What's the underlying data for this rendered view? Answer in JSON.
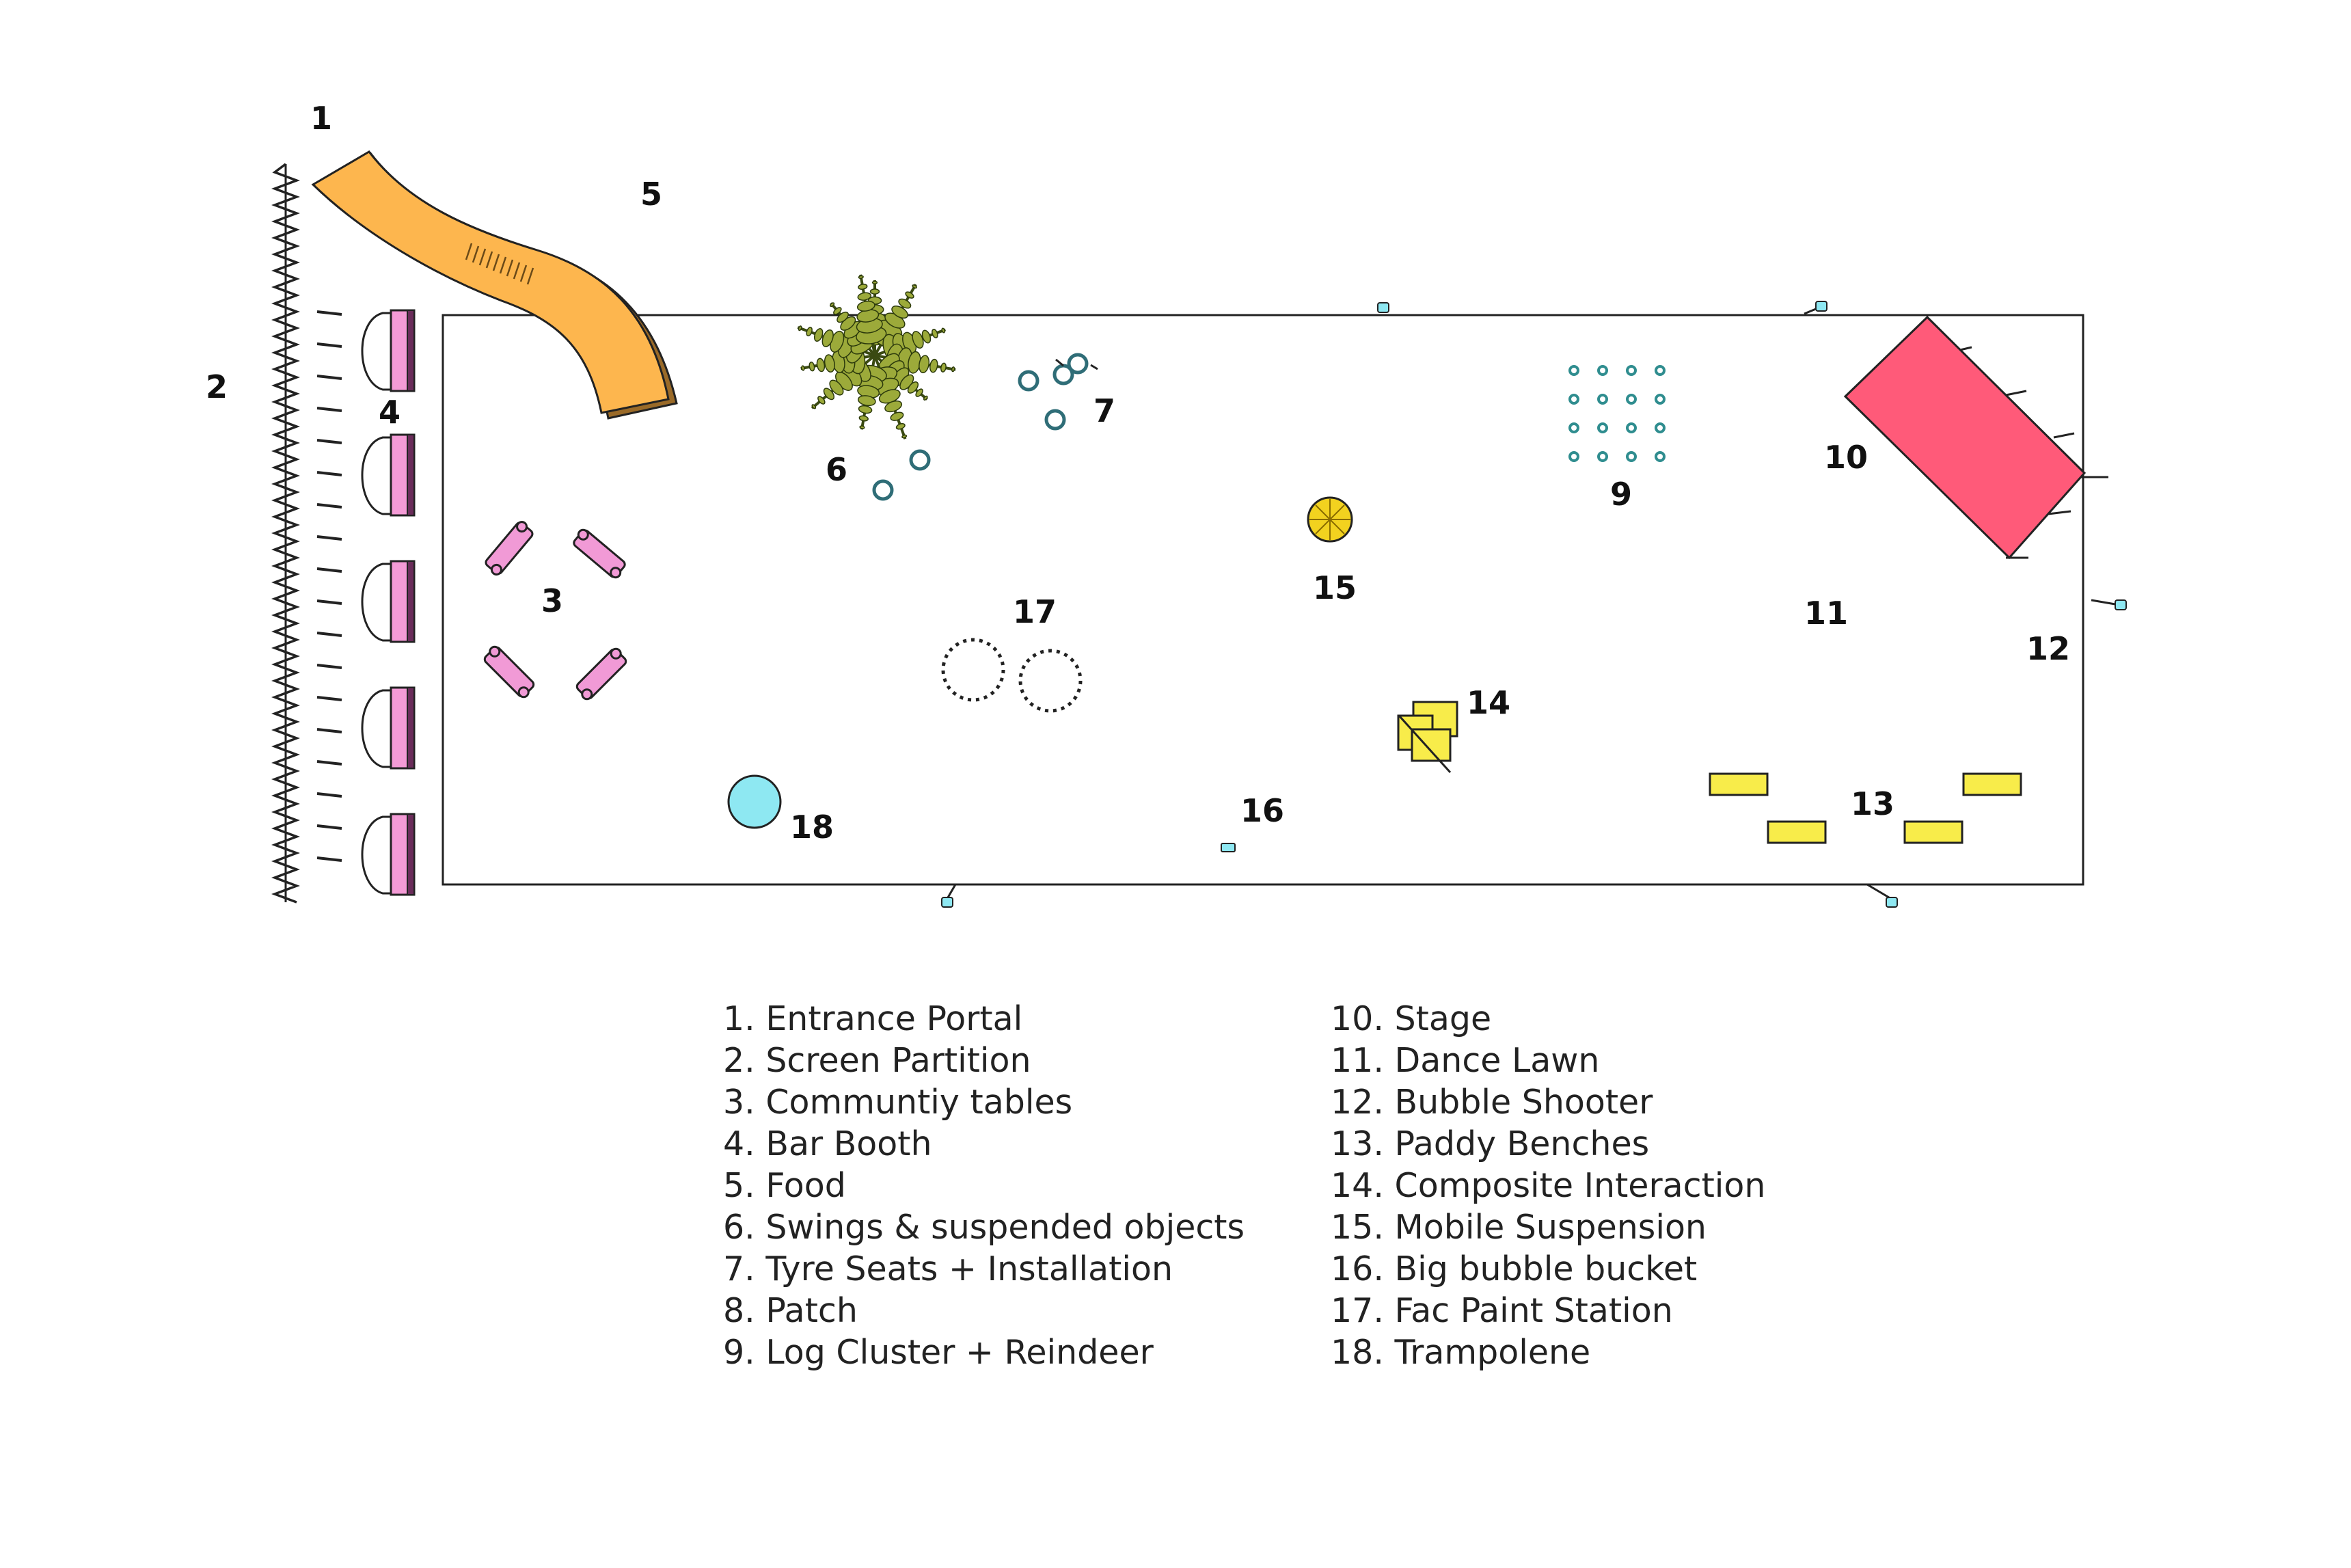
{
  "diagram": {
    "markers": {
      "m1": "1",
      "m2": "2",
      "m3": "3",
      "m4": "4",
      "m5": "5",
      "m6": "6",
      "m7": "7",
      "m9": "9",
      "m10": "10",
      "m11": "11",
      "m12": "12",
      "m13": "13",
      "m14": "14",
      "m15": "15",
      "m16": "16",
      "m17": "17",
      "m18": "18"
    },
    "colors": {
      "food": "#fdb64e",
      "bar_booth": "#f49bd6",
      "community_tables": "#f19ad6",
      "stage": "#ff5a79",
      "benches": "#f8ec4a",
      "trampoline": "#8ee8f2",
      "mobile_suspension": "#f2d21f",
      "tyre_seats": "#2f6d77",
      "logs": "#2f8d8f",
      "tree": "#9caa3a"
    }
  },
  "legend": {
    "left": [
      "1. Entrance Portal",
      "2. Screen Partition",
      "3. Communtiy tables",
      "4. Bar Booth",
      "5. Food",
      "6. Swings & suspended objects",
      "7. Tyre Seats + Installation",
      "8. Patch",
      "9. Log Cluster + Reindeer"
    ],
    "right": [
      "10. Stage",
      "11. Dance Lawn",
      "12. Bubble Shooter",
      "13. Paddy Benches",
      "14. Composite Interaction",
      "15. Mobile Suspension",
      "16. Big bubble bucket",
      "17. Fac Paint Station",
      "18. Trampolene"
    ]
  }
}
